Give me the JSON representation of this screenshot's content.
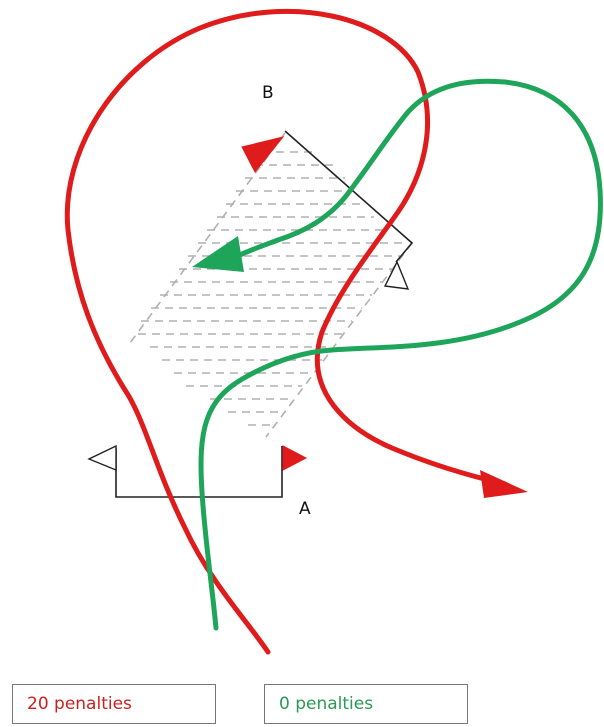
{
  "labels": {
    "gate_b": "B",
    "gate_a": "A"
  },
  "penalties": {
    "red": "20 penalties",
    "green": "0 penalties"
  },
  "colors": {
    "red": "#e01b1b",
    "green": "#1ea55a",
    "red_text": "#cc1f1f",
    "green_text": "#2a9a55",
    "outline": "#222222",
    "hatch": "#b0b0b0"
  }
}
